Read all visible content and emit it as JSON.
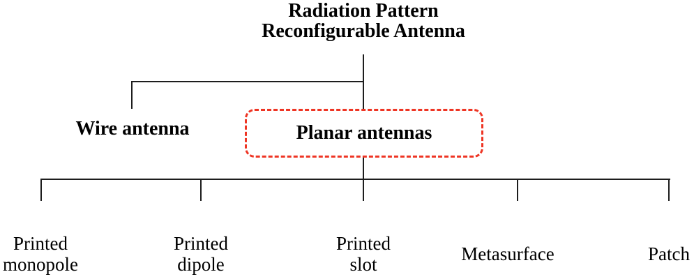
{
  "diagram": {
    "title": {
      "line1": "Radiation Pattern",
      "line2": "Reconfigurable Antenna"
    },
    "branches": {
      "wire": {
        "label": "Wire antenna"
      },
      "planar": {
        "label": "Planar antennas",
        "highlighted": true
      }
    },
    "leaves": [
      {
        "line1": "Printed",
        "line2": "monopole"
      },
      {
        "line1": "Printed",
        "line2": "dipole"
      },
      {
        "line1": "Printed",
        "line2": "slot"
      },
      {
        "line1": "Metasurface",
        "line2": ""
      },
      {
        "line1": "Patch",
        "line2": ""
      }
    ],
    "colors": {
      "highlight_border": "#ee3524",
      "line": "#1d1d1d",
      "text": "#000000",
      "background": "#ffffff"
    }
  }
}
